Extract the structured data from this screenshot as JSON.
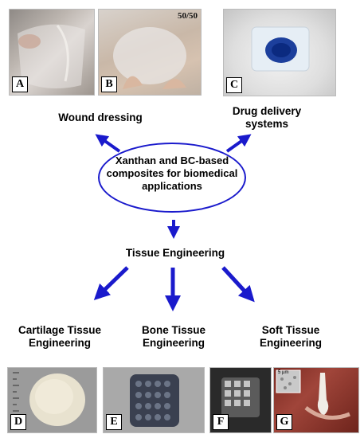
{
  "photos": {
    "a": {
      "label": "A"
    },
    "b": {
      "label": "B",
      "ratio": "50/50"
    },
    "c": {
      "label": "C"
    },
    "d": {
      "label": "D"
    },
    "e": {
      "label": "E"
    },
    "f": {
      "label": "F"
    },
    "g": {
      "label": "G",
      "scale_bar": "5 µm"
    }
  },
  "labels": {
    "wound_dressing": "Wound dressing",
    "drug_delivery_1": "Drug delivery",
    "drug_delivery_2": "systems",
    "center_1": "Xanthan and BC-based",
    "center_2": "composites for biomedical",
    "center_3": "applications",
    "tissue_engineering": "Tissue Engineering",
    "cartilage_1": "Cartilage Tissue",
    "cartilage_2": "Engineering",
    "bone_1": "Bone Tissue",
    "bone_2": "Engineering",
    "soft_1": "Soft Tissue",
    "soft_2": "Engineering"
  },
  "colors": {
    "arrow": "#1a1acc",
    "ellipse": "#1a1acc"
  }
}
